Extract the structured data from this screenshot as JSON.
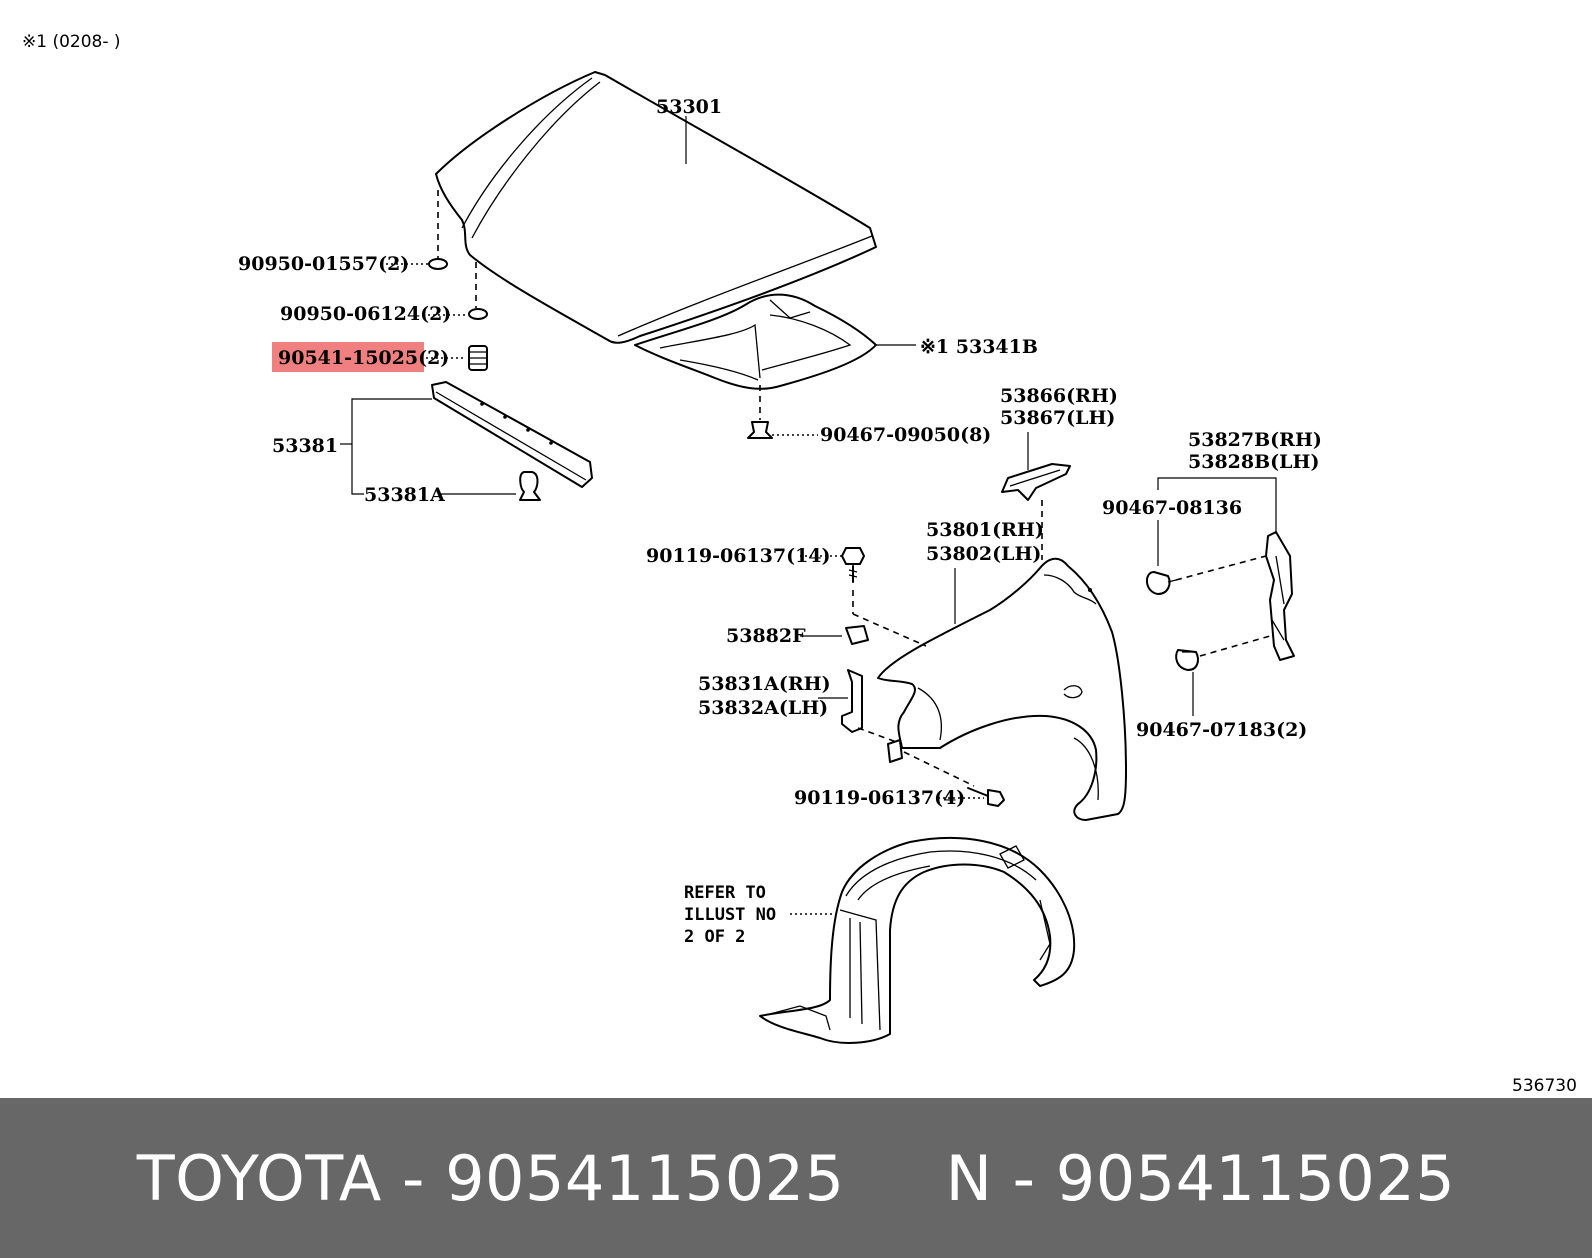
{
  "header_note": "※1 (0208-      )",
  "figure_number": "536730",
  "highlight_color": "#f08080",
  "footer": {
    "text": "TOYOTA - 9054115025     N - 9054115025",
    "background": "#676767"
  },
  "callouts": {
    "hood": "53301",
    "hood_cushion_upper": "90950-01557(2)",
    "hood_cushion_lower": "90950-06124(2)",
    "hood_stopper": "90541-15025(2)",
    "hood_insulator": "※1 53341B",
    "insulator_clip": "90467-09050(8)",
    "seal_group": "53381",
    "seal_clip": "53381A",
    "fender_extension_rh": "53866(RH)",
    "fender_extension_lh": "53867(LH)",
    "fender_bracket_rh": "53827B(RH)",
    "fender_bracket_lh": "53828B(LH)",
    "bracket_clip": "90467-08136",
    "fender_rh": "53801(RH)",
    "fender_lh": "53802(LH)",
    "fender_bolt_upper": "90119-06137(14)",
    "fender_nut": "53882F",
    "fender_protector_rh": "53831A(RH)",
    "fender_protector_lh": "53832A(LH)",
    "fender_clip_lower": "90467-07183(2)",
    "fender_bolt_lower": "90119-06137(4)",
    "liner_ref_line1": "REFER TO",
    "liner_ref_line2": "ILLUST NO",
    "liner_ref_line3": "2 OF 2"
  }
}
